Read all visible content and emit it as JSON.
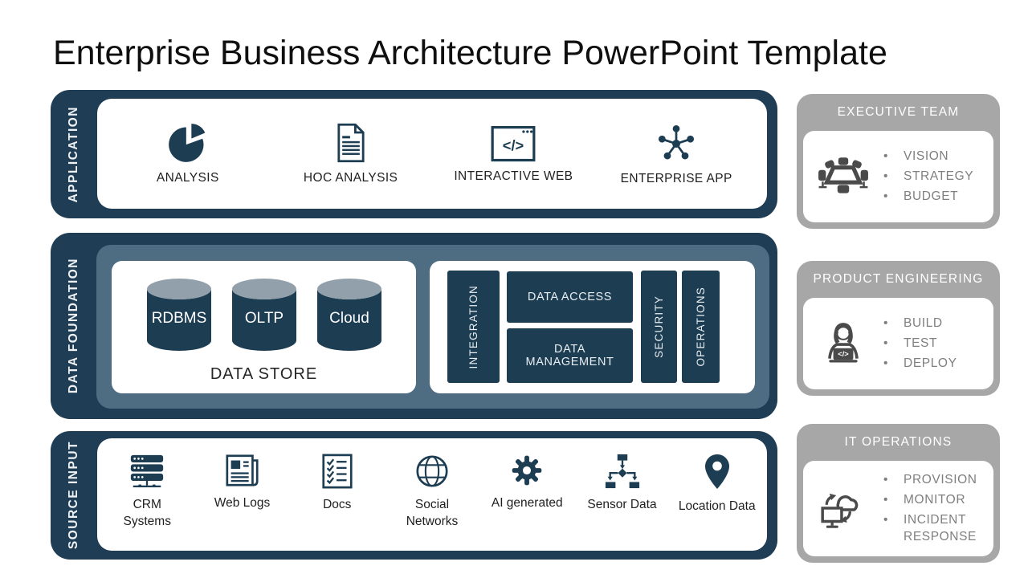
{
  "title": "Enterprise Business Architecture PowerPoint Template",
  "glyphs": {
    "code": "</>"
  },
  "colors": {
    "band_navy": "#1f3d54",
    "panel_slate": "#4e6d83",
    "box_navy": "#1d3d52",
    "cylinder_top": "#91a0aa",
    "team_card_gray": "#a7a7a7",
    "team_text_gray": "#7f7f7f",
    "team_icon_gray": "#4a4a4a"
  },
  "layers": {
    "application": {
      "label": "APPLICATION",
      "items": [
        {
          "label": "ANALYSIS",
          "icon": "pie-chart-icon"
        },
        {
          "label": "HOC ANALYSIS",
          "icon": "document-icon"
        },
        {
          "label": "INTERACTIVE WEB",
          "icon": "code-browser-icon"
        },
        {
          "label": "ENTERPRISE APP",
          "icon": "hub-network-icon"
        }
      ]
    },
    "data_foundation": {
      "label": "DATA FOUNDATION",
      "data_store": {
        "caption": "DATA STORE",
        "cylinders": [
          "RDBMS",
          "OLTP",
          "Cloud"
        ]
      },
      "services": {
        "integration": "INTEGRATION",
        "data_access": "DATA ACCESS",
        "data_management": "DATA MANAGEMENT",
        "security": "SECURITY",
        "operations": "OPERATIONS"
      }
    },
    "source_input": {
      "label": "SOURCE INPUT",
      "items": [
        {
          "label": "CRM Systems",
          "icon": "server-rack-icon"
        },
        {
          "label": "Web Logs",
          "icon": "newspaper-icon"
        },
        {
          "label": "Docs",
          "icon": "checklist-icon"
        },
        {
          "label": "Social Networks",
          "icon": "globe-icon"
        },
        {
          "label": "AI generated",
          "icon": "gear-icon"
        },
        {
          "label": "Sensor Data",
          "icon": "flowchart-icon"
        },
        {
          "label": "Location Data",
          "icon": "map-pin-icon"
        }
      ]
    }
  },
  "teams": [
    {
      "title": "EXECUTIVE TEAM",
      "icon": "meeting-table-icon",
      "bullets": [
        "VISION",
        "STRATEGY",
        "BUDGET"
      ]
    },
    {
      "title": "PRODUCT ENGINEERING",
      "icon": "developer-laptop-icon",
      "bullets": [
        "BUILD",
        "TEST",
        "DEPLOY"
      ]
    },
    {
      "title": "IT OPERATIONS",
      "icon": "cloud-sync-monitor-icon",
      "bullets": [
        "PROVISION",
        "MONITOR",
        "INCIDENT RESPONSE"
      ]
    }
  ]
}
